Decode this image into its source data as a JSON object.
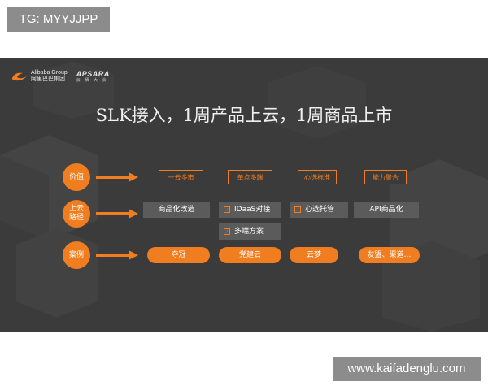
{
  "watermark_top": "TG: MYYJJPP",
  "watermark_bottom": "www.kaifadenglu.com",
  "logo": {
    "line1": "Alibaba Group",
    "line2": "阿里巴巴集团",
    "brand": "APSARA",
    "brand_sub": "云 栖 大 会"
  },
  "title": "SLK接入，1周产品上云，1周商品上市",
  "rows": [
    {
      "label": "价值"
    },
    {
      "label_line1": "上云",
      "label_line2": "路径"
    },
    {
      "label": "案例"
    }
  ],
  "values": [
    "一云多市",
    "单点多端",
    "心选标准",
    "能力聚合"
  ],
  "paths": [
    "商品化改造",
    "IDaaS对接",
    "多端方案",
    "心选托管",
    "API商品化"
  ],
  "cases": [
    "夺冠",
    "党建云",
    "云梦",
    "友盟、渠道…"
  ],
  "colors": {
    "accent": "#f07d1f",
    "slide_bg": "#3b3b3b",
    "box_bg": "#5b5b5b"
  }
}
